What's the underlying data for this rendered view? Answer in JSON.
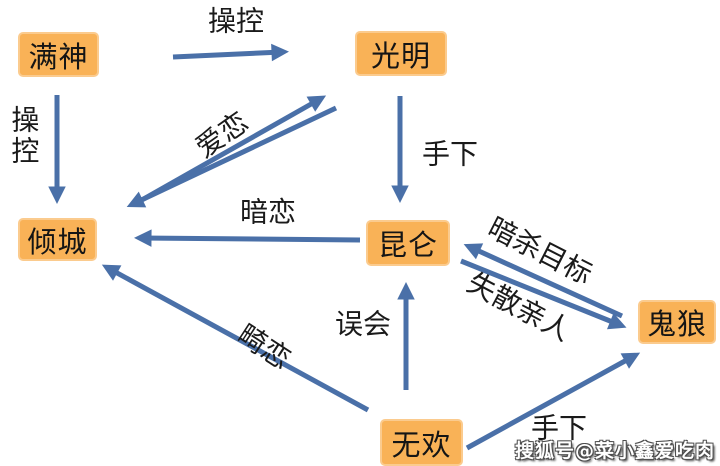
{
  "diagram": {
    "nodes": [
      {
        "id": "man-shen",
        "label": "满神"
      },
      {
        "id": "guang-ming",
        "label": "光明"
      },
      {
        "id": "qing-cheng",
        "label": "倾城"
      },
      {
        "id": "kun-lun",
        "label": "昆仑"
      },
      {
        "id": "gui-lang",
        "label": "鬼狼"
      },
      {
        "id": "wu-huan",
        "label": "无欢"
      }
    ],
    "edges": [
      {
        "from": "满神",
        "to": "光明",
        "label": "操控",
        "direction": "one-way"
      },
      {
        "from": "满神",
        "to": "倾城",
        "label": "操控",
        "direction": "one-way"
      },
      {
        "from": "倾城",
        "to": "光明",
        "label": "爱恋",
        "direction": "two-way"
      },
      {
        "from": "光明",
        "to": "昆仑",
        "label": "手下",
        "direction": "one-way"
      },
      {
        "from": "昆仑",
        "to": "倾城",
        "label": "暗恋",
        "direction": "one-way"
      },
      {
        "from": "鬼狼",
        "to": "昆仑",
        "label": "暗杀目标",
        "direction": "one-way"
      },
      {
        "from": "昆仑",
        "to": "鬼狼",
        "label": "失散亲人",
        "direction": "one-way"
      },
      {
        "from": "无欢",
        "to": "昆仑",
        "label": "误会",
        "direction": "one-way"
      },
      {
        "from": "无欢",
        "to": "倾城",
        "label": "畸恋",
        "direction": "one-way"
      },
      {
        "from": "无欢",
        "to": "鬼狼",
        "label": "手下",
        "direction": "one-way"
      }
    ],
    "colors": {
      "node_fill": "#F9B257",
      "node_border": "#FBCB8E",
      "arrow": "#4A70A8",
      "label_text": "#1A1A1A",
      "background": "#FFFFFF"
    }
  },
  "watermark": {
    "text": "搜狐号@菜小鑫爱吃肉"
  }
}
